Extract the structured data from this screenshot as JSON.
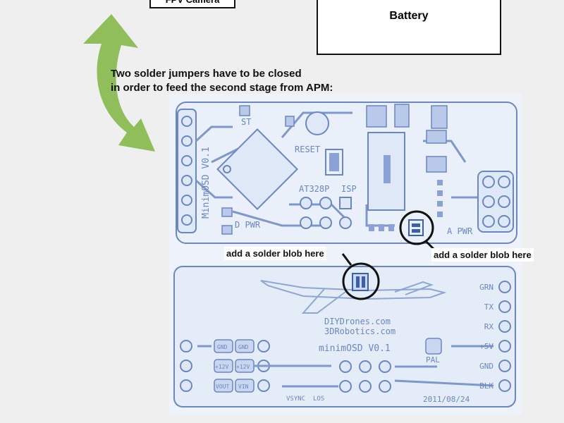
{
  "components": {
    "fpv_camera": "FPV Camera",
    "battery": "Battery"
  },
  "instruction": {
    "line1": "Two solder jumpers have to be closed",
    "line2": "in order to feed the second stage from APM:"
  },
  "callouts": {
    "left": "add a solder blob here",
    "right": "add a solder blob here"
  },
  "board_top": {
    "st": "ST",
    "reset": "RESET",
    "chip": "AT328P",
    "isp": "ISP",
    "name": "MinimOSD V0.1",
    "d_pwr": "D PWR",
    "a_pwr": "A PWR"
  },
  "board_bottom": {
    "domain1": "DIYDrones.com",
    "domain2": "3DRobotics.com",
    "name": "minimOSD V0.1",
    "pins": [
      "GRN",
      "TX",
      "RX",
      "+5V",
      "GND",
      "BLK"
    ],
    "pal": "PAL",
    "gnd_a": "GND",
    "gnd_b": "GND",
    "v12_a": "+12V",
    "v12_b": "+12V",
    "vout": "VOUT",
    "vin": "VIN",
    "vsync": "VSYNC",
    "los": "LOS",
    "date": "2011/08/24"
  },
  "colors": {
    "arrow": "#8fbe5b",
    "pcb_line": "#6c86c2",
    "pcb_fill": "#dfe8f7"
  }
}
